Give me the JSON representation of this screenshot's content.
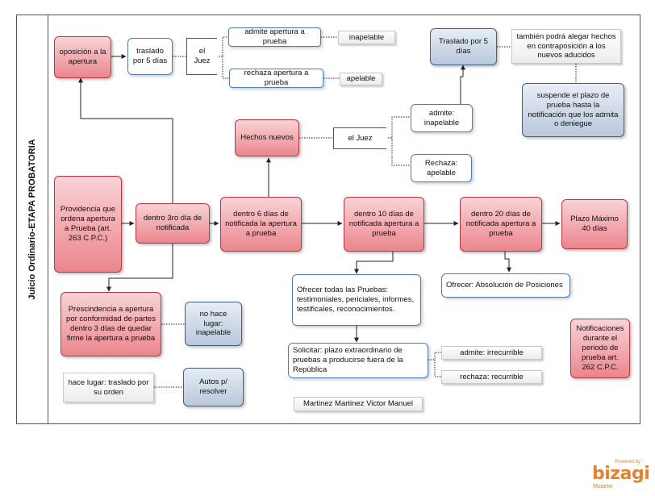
{
  "diagram": {
    "lane_title": "Juicio Ordinario-ETAPA PROBATORIA",
    "nodes": {
      "oposicion": "oposición a la apertura",
      "traslado5": "traslado por 5 días",
      "juez1": "el Juez",
      "admite_ap": "admite apertura a prueba",
      "inapelable1": "inapelable",
      "rechaza_ap": "rechaza apertura a prueba",
      "apelable1": "apelable",
      "traslado5b": "Traslado por 5 días",
      "alegar": "también podrá alegar hechos en contraposición a los nuevos aducidos",
      "suspende": "suspende el plazo de prueba hasta la notificación que los admita o deniegue",
      "admite_inap": "admite: inapelable",
      "hechos": "Hechos nuevos",
      "juez2": "el Juez",
      "rechaza_apel": "Rechaza: apelable",
      "providencia": "Providencia que ordena apertura a Prueba (art. 263 C.P.C.)",
      "dentro3": "dentro 3ro día de notificada",
      "dentro6": "dentro 6 días de notificada la apertura a prueba",
      "dentro10": "dentro 10 días de notificada apertura a prueba",
      "dentro20": "dentro 20 días de notificada apertura a prueba",
      "plazo": "Plazo Máximo 40 días",
      "prescindencia": "Prescindencia a apertura por conformidad de partes dentro 3 días de quedar firme la apertura a prueba",
      "nohace": "no hace lugar: inapelable",
      "hacelugar": "hace lugar: traslado por su orden",
      "autos": "Autos p/ resolver",
      "ofrecer": "Ofrecer todas las Pruebas: testimoniales, periciales, informes, testificales, reconocimientos.",
      "absolucion": "Ofrecer: Absolución de Posiciones",
      "solicitar": "Solicitar: plazo extraordinario de pruebas a producirse fuera de la República",
      "admite_irr": "admite: irrecurrible",
      "rechaza_rec": "rechaza: recurrible",
      "notificaciones": "Notificaciones durante el periodo de prueba art. 262 C.P.C.",
      "autor": "Martinez Martinez Victor Manuel"
    },
    "colors": {
      "red_border": "#b7363f",
      "blue_border": "#4c7fb4",
      "slate_border": "#3f5f86"
    }
  },
  "brand": {
    "powered": "Powered by",
    "logo": "bizagi",
    "modeler": "Modeler"
  }
}
